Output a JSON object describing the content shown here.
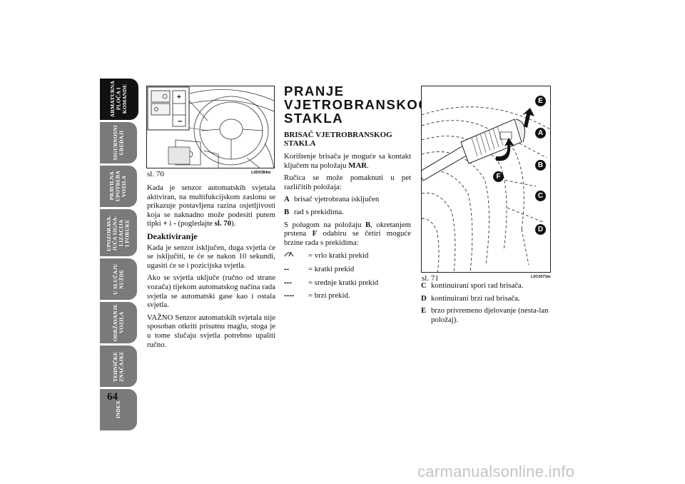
{
  "tabs": [
    {
      "label": "ARMATURNA\nPLOČA I\nKOMANDE",
      "active": true
    },
    {
      "label": "SIGURNOSNI\nUREĐAJI",
      "active": false
    },
    {
      "label": "PRAVILNA\nUPOTREBA\nVOZILA",
      "active": false
    },
    {
      "label": "UPOZORAVA-\nJUĆA SIGNA-\nLIZACIJA\nI PORUKE",
      "active": false
    },
    {
      "label": "U SLUČAJU\nNUŽDE",
      "active": false
    },
    {
      "label": "ODRŽAVANJE\nVOZILA",
      "active": false
    },
    {
      "label": "TEHNIČKE\nZNAČAJKE",
      "active": false
    },
    {
      "label": "INDEX",
      "active": false
    }
  ],
  "page_number": "64",
  "fig70": {
    "caption": "sl. 70",
    "code": "L0D0384m"
  },
  "fig71": {
    "caption": "sl. 71",
    "code": "L0C0073m",
    "labels": [
      "E",
      "A",
      "B",
      "C",
      "D",
      "F"
    ]
  },
  "col1": {
    "p1_a": "Kada je senzor automatskih svjetala aktiviran, na multifukcijskom zaslonu se prikazuje postavljena razina osjetljivosti koja se naknadno može podesiti putem tipki ",
    "p1_plus": "+",
    "p1_b": " i ",
    "p1_minus": "-",
    "p1_c": " (pogledajte ",
    "p1_ref": "sl. 70",
    "p1_d": ").",
    "h_deact": "Deaktiviranje",
    "p2": "Kada je senzor isključen, duga svjetla će se isključiti, te će se nakon 10 sekundi, ugasiti će se i pozicijska svjetla.",
    "p3": "Ako se svjetla uključe (ručno od strane vozača) tijekom automatskog načina rada svjetla se automatski gase kao i ostala svjetla.",
    "p4": "VAŽNO Senzor automatskih svjetala nije sposoban otkriti prisutnu maglu, stoga je u tome slučaju svjetla potrebno upaliti ručno."
  },
  "col2": {
    "title_l1": "PRANJE",
    "title_l2": "VJETROBRANSKOG",
    "title_l3": "STAKLA",
    "sub_l1": "BRISAČ VJETROBRANSKOG",
    "sub_l2": "STAKLA",
    "p1_a": "Korištenje brisača je moguće sa kontakt ključem na položaju ",
    "p1_mar": "MAR",
    "p1_b": ".",
    "p2": "Ručica se može pomaknuti u pet različitih položaja:",
    "pos_a_key": "A",
    "pos_a_val": "brisač vjetrobrana isključen",
    "pos_b_key": "B",
    "pos_b_val": "rad s prekidima.",
    "p3_a": "S polugom na položaju ",
    "p3_b_key": "B",
    "p3_b": ", okretanjem prstena ",
    "p3_f": "F",
    "p3_c": " odabiru se četiri moguće brzine rada s prekidima:",
    "speeds": [
      {
        "sym": "",
        "text": "= vrlo kratki prekid"
      },
      {
        "sym": "--",
        "text": "= kratki prekid"
      },
      {
        "sym": "---",
        "text": "= srednje kratki prekid"
      },
      {
        "sym": "----",
        "text": "= brzi prekid."
      }
    ]
  },
  "col3": {
    "pos_c_key": "C",
    "pos_c_val": "kontinuirani spori rad brisača.",
    "pos_d_key": "D",
    "pos_d_val": "kontinuirani brzi rad brisača.",
    "pos_e_key": "E",
    "pos_e_val": "brzo privremeno djelovanje (nesta-lan položaj)."
  },
  "watermark": "carmanualsonline.info"
}
